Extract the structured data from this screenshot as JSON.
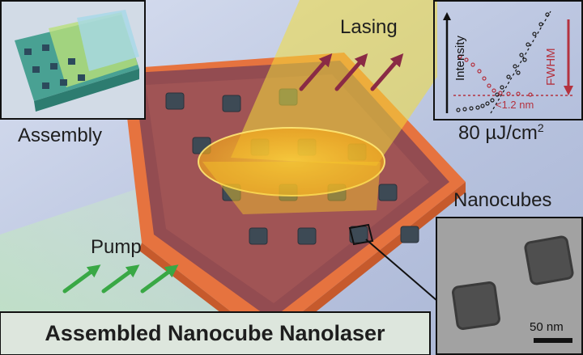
{
  "labels": {
    "assembly": "Assembly",
    "lasing": "Lasing",
    "pump": "Pump",
    "nanocubes": "Nanocubes",
    "fluence_value": "80 µJ/cm",
    "fluence_exp": "2",
    "title": "Assembled Nanocube Nanolaser"
  },
  "graph_inset": {
    "y_label_left": "Intensity",
    "y_label_right": "FWHM",
    "fwhm_annotation": "<1.2 nm",
    "colors": {
      "intensity": "#1e1e1e",
      "fwhm": "#b4323f"
    }
  },
  "tem_inset": {
    "scale_bar": "50 nm"
  },
  "colors": {
    "beam": "#f2d21a",
    "substrate": "#e06c3c",
    "pump_arrows": "#39a845",
    "lasing_arrows": "#8a2a45"
  }
}
